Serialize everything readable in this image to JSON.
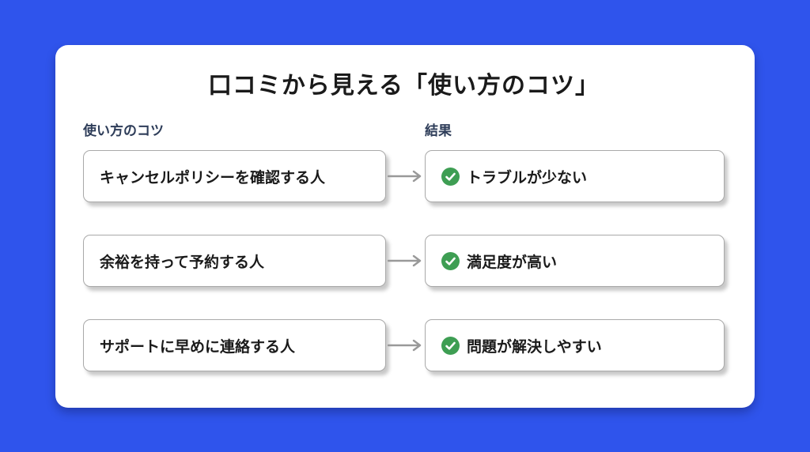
{
  "title": "口コミから見える「使い方のコツ」",
  "columns": {
    "left_header": "使い方のコツ",
    "right_header": "結果"
  },
  "rows": [
    {
      "tip": "キャンセルポリシーを確認する人",
      "result": "トラブルが少ない"
    },
    {
      "tip": "余裕を持って予約する人",
      "result": "満足度が高い"
    },
    {
      "tip": "サポートに早めに連絡する人",
      "result": "問題が解決しやすい"
    }
  ],
  "icons": {
    "check": "check-circle",
    "arrow": "right-arrow"
  },
  "colors": {
    "background": "#2f54ec",
    "card": "#ffffff",
    "box_border": "#a9a9a9",
    "arrow": "#999999",
    "check_green": "#3e9e53",
    "header_text": "#2e3d59",
    "text": "#1a1a1a"
  }
}
